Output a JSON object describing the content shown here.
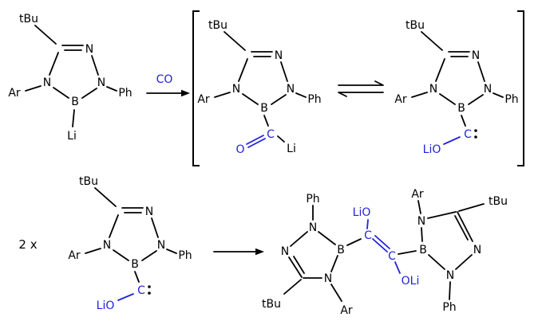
{
  "colors": {
    "background": "#ffffff",
    "bond": "#000000",
    "highlight": "#2222dd"
  },
  "labels": {
    "tbu": "tBu",
    "n": "N",
    "b": "B",
    "c": "C",
    "o": "O",
    "li": "Li",
    "ar": "Ar",
    "ph": "Ph",
    "lio": "LiO",
    "oli": "OLi"
  },
  "scheme": {
    "reagent": "CO",
    "stoichiometry": "2 x"
  }
}
